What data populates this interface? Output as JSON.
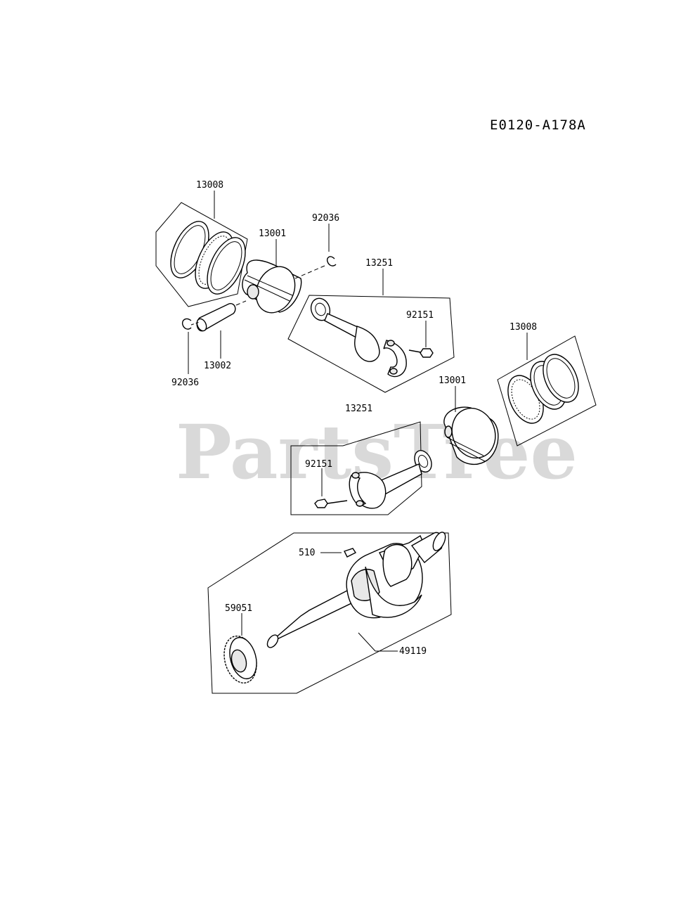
{
  "diagram_code": "E0120-A178A",
  "watermark": "PartsTree",
  "callouts": {
    "rings_top": "13008",
    "piston_top": "13001",
    "circlip_top_right": "92036",
    "conrod_top": "13251",
    "bolt_top": "92151",
    "pin": "13002",
    "circlip_bottom_left": "92036",
    "rings_right": "13008",
    "piston_mid": "13001",
    "conrod_mid": "13251",
    "bolt_mid": "92151",
    "key": "510",
    "gear": "59051",
    "crankshaft": "49119"
  }
}
